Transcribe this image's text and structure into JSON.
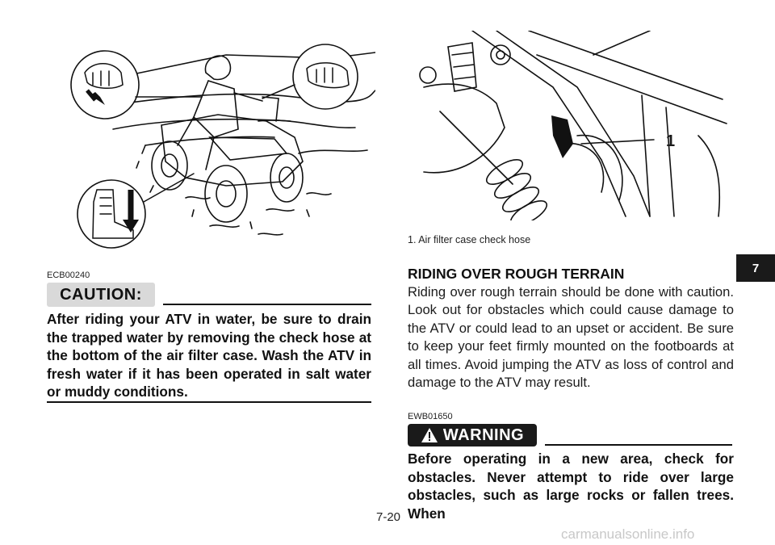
{
  "left_column": {
    "code": "ECB00240",
    "caution_label": "CAUTION:",
    "caution_text": "After riding your ATV in water, be sure to drain the trapped water by removing the check hose at the bottom of the air filter case. Wash the ATV in fresh water if it has been operated in salt water or muddy conditions."
  },
  "right_figure": {
    "callout": "1",
    "caption": "1.  Air filter case check hose"
  },
  "section": {
    "heading": "RIDING OVER ROUGH TERRAIN",
    "body": "Riding over rough terrain should be done with caution. Look out for obstacles which could cause damage to the ATV or could lead to an upset or accident. Be sure to keep your feet firmly mounted on the footboards at all times. Avoid jumping the ATV as loss of control and damage to the ATV may result."
  },
  "warning": {
    "code": "EWB01650",
    "label": "WARNING",
    "text": "Before operating in a new area, check for obstacles. Never attempt to ride over large obstacles, such as large rocks or fallen trees. When"
  },
  "footer": {
    "page_number": "7-20",
    "chapter_tab": "7",
    "watermark": "carmanualsonline.info"
  }
}
